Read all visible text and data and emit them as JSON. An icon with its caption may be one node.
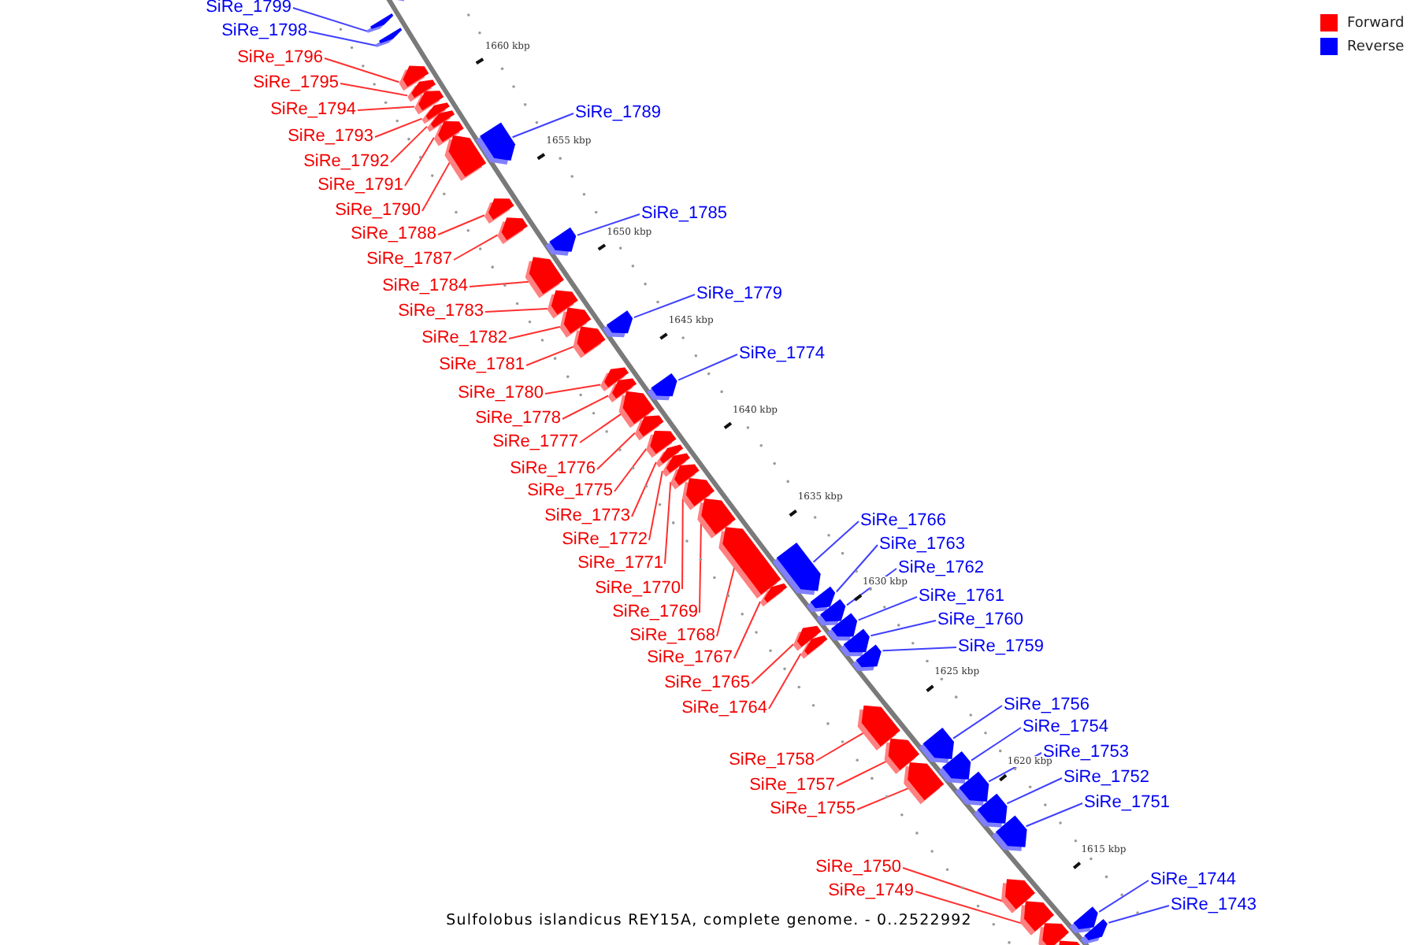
{
  "diagram": {
    "caption": "Sulfolobus islandicus REY15A, complete genome. - 0..2522992",
    "nodes": [
      {
        "text": [],
        "shape": "bar"
      },
      {
        "text": [
          "SiRe_1799"
        ]
      },
      {
        "text": [],
        "shape": "bar"
      },
      {
        "text": [
          "SiRe_1798"
        ]
      },
      {
        "text": [],
        "shape": "bar"
      },
      {
        "text": [
          "SiRe_1796"
        ]
      },
      {
        "text": [],
        "shape": "bar"
      },
      {
        "text": [
          "SiRe_1795"
        ]
      },
      {
        "text": [],
        "shape": "bar"
      },
      {
        "text": [
          "SiRe_1794"
        ]
      },
      {
        "text": [],
        "shape": "bar"
      },
      {
        "text": [
          "SiRe_1793"
        ]
      },
      {
        "text": [],
        "shape": "bar"
      },
      {
        "text": [
          "SiRe_1792"
        ]
      },
      {
        "text": [],
        "shape": "bar"
      },
      {
        "text": [
          "SiRe_1791"
        ]
      },
      {
        "text": [],
        "shape": "bar"
      },
      {
        "text": [
          "SiRe_1790"
        ]
      },
      {
        "text": [],
        "shape": "bar"
      },
      {
        "text": [
          "SiRe_1789"
        ]
      },
      {
        "text": [],
        "shape": "bar"
      },
      {
        "text": [
          "SiRe_1788"
        ]
      },
      {
        "text": [],
        "shape": "bar"
      },
      {
        "text": [
          "SiRe_1787"
        ]
      },
      {
        "text": [],
        "shape": "bar"
      },
      {
        "text": [
          "SiRe_1785"
        ]
      },
      {
        "text": [],
        "shape": "bar"
      },
      {
        "text": [
          "SiRe_1784"
        ]
      },
      {
        "text": [],
        "shape": "bar"
      },
      {
        "text": [
          "SiRe_1783"
        ]
      },
      {
        "text": [],
        "shape": "bar"
      },
      {
        "text": [
          "SiRe_1782"
        ]
      },
      {
        "text": [],
        "shape": "bar"
      },
      {
        "text": [
          "SiRe_1781"
        ]
      },
      {
        "text": [],
        "shape": "bar"
      },
      {
        "text": [
          "SiRe_1779"
        ]
      },
      {
        "text": [],
        "shape": "bar"
      },
      {
        "text": [
          "SiRe_1780"
        ]
      },
      {
        "text": [],
        "shape": "bar"
      },
      {
        "text": [
          "SiRe_1778"
        ]
      },
      {
        "text": [],
        "shape": "bar"
      },
      {
        "text": [
          "SiRe_1774"
        ]
      },
      {
        "text": [],
        "shape": "bar"
      },
      {
        "text": [
          "SiRe_1777"
        ]
      },
      {
        "text": [],
        "shape": "bar"
      },
      {
        "text": [
          "SiRe_1776"
        ]
      },
      {
        "text": [],
        "shape": "bar"
      },
      {
        "text": [
          "SiRe_1775"
        ]
      },
      {
        "text": [],
        "shape": "bar"
      },
      {
        "text": [
          "SiRe_1773"
        ]
      },
      {
        "text": [],
        "shape": "bar"
      },
      {
        "text": [
          "SiRe_1772"
        ]
      },
      {
        "text": [],
        "shape": "bar"
      },
      {
        "text": [
          "SiRe_1771"
        ]
      },
      {
        "text": [],
        "shape": "bar"
      },
      {
        "text": [
          "SiRe_1770"
        ]
      },
      {
        "text": [],
        "shape": "bar"
      },
      {
        "text": [
          "SiRe_1769"
        ]
      },
      {
        "text": [],
        "shape": "bar"
      },
      {
        "text": [
          "SiRe_1766"
        ]
      },
      {
        "text": [],
        "shape": "bar"
      },
      {
        "text": [
          "SiRe_1768"
        ]
      },
      {
        "text": [],
        "shape": "bar"
      },
      {
        "text": [
          "SiRe_1763"
        ]
      },
      {
        "text": [],
        "shape": "bar"
      },
      {
        "text": [
          "SiRe_1762"
        ]
      },
      {
        "text": [],
        "shape": "bar"
      },
      {
        "text": [
          "SiRe_1767"
        ]
      },
      {
        "text": [],
        "shape": "bar"
      },
      {
        "text": [
          "SiRe_1761"
        ]
      },
      {
        "text": [],
        "shape": "bar"
      },
      {
        "text": [
          "SiRe_1760"
        ]
      },
      {
        "text": [],
        "shape": "bar"
      },
      {
        "text": [
          "SiRe_1759"
        ]
      },
      {
        "text": [],
        "shape": "bar"
      },
      {
        "text": [
          "SiRe_1765"
        ]
      },
      {
        "text": [],
        "shape": "bar"
      },
      {
        "text": [
          "SiRe_1764"
        ]
      },
      {
        "text": [],
        "shape": "bar"
      },
      {
        "text": [
          "SiRe_1756"
        ]
      },
      {
        "text": [],
        "shape": "bar"
      },
      {
        "text": [
          "SiRe_1754"
        ]
      },
      {
        "text": [],
        "shape": "bar"
      },
      {
        "text": [
          "SiRe_1758"
        ]
      },
      {
        "text": [],
        "shape": "bar"
      },
      {
        "text": [
          "SiRe_1753"
        ]
      },
      {
        "text": [],
        "shape": "bar"
      },
      {
        "text": [
          "SiRe_1757"
        ]
      },
      {
        "text": [],
        "shape": "bar"
      },
      {
        "text": [
          "SiRe_1752"
        ]
      },
      {
        "text": [],
        "shape": "bar"
      },
      {
        "text": [
          "SiRe_1751"
        ]
      },
      {
        "text": [],
        "shape": "bar"
      },
      {
        "text": [
          "SiRe_1755"
        ]
      },
      {
        "text": [],
        "shape": "bar"
      },
      {
        "text": [
          "SiRe_1750"
        ]
      },
      {
        "text": [],
        "shape": "bar"
      },
      {
        "text": [
          "SiRe_1744"
        ]
      },
      {
        "text": [],
        "shape": "bar"
      },
      {
        "text": [
          "SiRe_1749"
        ]
      },
      {
        "text": [],
        "shape": "bar"
      },
      {
        "text": [
          "SiRe_1743"
        ]
      },
      {
        "text": [],
        "shape": "bar"
      },
      {
        "text": [],
        "shape": "bar"
      },
      {
        "text": [],
        "shape": "bar"
      }
    ],
    "edges": [
      {
        "from": 1,
        "to": 2,
        "arrow": "none",
        "color": "#4040ff"
      },
      {
        "from": 3,
        "to": 4,
        "arrow": "none",
        "color": "#4040ff"
      },
      {
        "from": 5,
        "to": 6,
        "arrow": "none"
      },
      {
        "from": 7,
        "to": 8,
        "arrow": "none"
      },
      {
        "from": 9,
        "to": 10,
        "arrow": "none"
      },
      {
        "from": 11,
        "to": 12,
        "arrow": "none"
      },
      {
        "from": 13,
        "to": 14,
        "arrow": "none"
      },
      {
        "from": 15,
        "to": 16,
        "arrow": "none"
      },
      {
        "from": 17,
        "to": 18,
        "arrow": "none"
      },
      {
        "from": 19,
        "to": 20,
        "arrow": "none",
        "color": "#4040ff"
      },
      {
        "from": 21,
        "to": 22,
        "arrow": "none"
      },
      {
        "from": 23,
        "to": 24,
        "arrow": "none"
      },
      {
        "from": 25,
        "to": 26,
        "arrow": "none",
        "color": "#4040ff"
      },
      {
        "from": 27,
        "to": 28,
        "arrow": "none"
      },
      {
        "from": 29,
        "to": 30,
        "arrow": "none"
      },
      {
        "from": 31,
        "to": 32,
        "arrow": "none"
      },
      {
        "from": 33,
        "to": 34,
        "arrow": "none"
      },
      {
        "from": 35,
        "to": 36,
        "arrow": "none",
        "color": "#4040ff"
      },
      {
        "from": 37,
        "to": 38,
        "arrow": "none"
      },
      {
        "from": 39,
        "to": 40,
        "arrow": "none"
      },
      {
        "from": 41,
        "to": 42,
        "arrow": "none",
        "color": "#4040ff"
      },
      {
        "from": 43,
        "to": 44,
        "arrow": "none"
      },
      {
        "from": 45,
        "to": 46,
        "arrow": "none"
      },
      {
        "from": 47,
        "to": 48,
        "arrow": "none"
      },
      {
        "from": 49,
        "to": 50,
        "arrow": "none"
      },
      {
        "from": 51,
        "to": 52,
        "arrow": "none"
      },
      {
        "from": 53,
        "to": 54,
        "arrow": "none"
      },
      {
        "from": 55,
        "to": 56,
        "arrow": "none"
      },
      {
        "from": 57,
        "to": 58,
        "arrow": "none"
      },
      {
        "from": 59,
        "to": 60,
        "arrow": "none",
        "color": "#4040ff"
      },
      {
        "from": 61,
        "to": 62,
        "arrow": "none"
      },
      {
        "from": 63,
        "to": 64,
        "arrow": "none",
        "color": "#4040ff"
      },
      {
        "from": 65,
        "to": 66,
        "arrow": "none",
        "color": "#4040ff"
      },
      {
        "from": 67,
        "to": 68,
        "arrow": "none"
      },
      {
        "from": 69,
        "to": 70,
        "arrow": "none",
        "color": "#4040ff"
      },
      {
        "from": 71,
        "to": 72,
        "arrow": "none",
        "color": "#4040ff"
      },
      {
        "from": 73,
        "to": 74,
        "arrow": "none",
        "color": "#4040ff"
      },
      {
        "from": 75,
        "to": 76,
        "arrow": "none"
      },
      {
        "from": 77,
        "to": 78,
        "arrow": "none"
      },
      {
        "from": 79,
        "to": 80,
        "arrow": "none",
        "color": "#4040ff"
      },
      {
        "from": 81,
        "to": 82,
        "arrow": "none",
        "color": "#4040ff"
      },
      {
        "from": 83,
        "to": 84,
        "arrow": "none"
      },
      {
        "from": 85,
        "to": 86,
        "arrow": "none",
        "color": "#4040ff"
      },
      {
        "from": 87,
        "to": 88,
        "arrow": "none"
      },
      {
        "from": 89,
        "to": 90,
        "arrow": "none",
        "color": "#4040ff"
      },
      {
        "from": 91,
        "to": 92,
        "arrow": "none",
        "color": "#4040ff"
      },
      {
        "from": 93,
        "to": 94,
        "arrow": "none"
      },
      {
        "from": 95,
        "to": 96,
        "arrow": "none"
      },
      {
        "from": 97,
        "to": 98,
        "arrow": "none",
        "color": "#4040ff"
      },
      {
        "from": 99,
        "to": 100,
        "arrow": "none"
      },
      {
        "from": 101,
        "to": 102,
        "arrow": "none",
        "color": "#4040ff"
      }
    ],
    "labels": [
      "1660 kbp",
      "1655 kbp",
      "1650 kbp",
      "1645 kbp",
      "1640 kbp",
      "1635 kbp",
      "1630 kbp",
      "1625 kbp",
      "1620 kbp",
      "1615 kbp"
    ],
    "legend": [
      {
        "text": "Forward",
        "color": "#ff0000"
      },
      {
        "text": "Reverse",
        "color": "#0000ff"
      }
    ]
  }
}
